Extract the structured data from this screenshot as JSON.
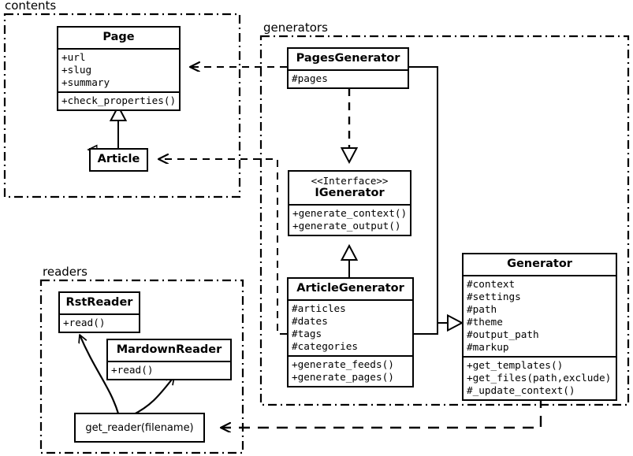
{
  "diagram": {
    "type": "uml-class-diagram",
    "packages": [
      {
        "id": "contents",
        "label": "contents"
      },
      {
        "id": "generators",
        "label": "generators"
      },
      {
        "id": "readers",
        "label": "readers"
      }
    ],
    "classes": [
      {
        "id": "page",
        "package": "contents",
        "name": "Page",
        "stereotype": "",
        "attributes": [
          "+url",
          "+slug",
          "+summary"
        ],
        "operations": [
          "+check_properties()"
        ]
      },
      {
        "id": "article",
        "package": "contents",
        "name": "Article",
        "stereotype": "",
        "attributes": [],
        "operations": []
      },
      {
        "id": "pagesgenerator",
        "package": "generators",
        "name": "PagesGenerator",
        "stereotype": "",
        "attributes": [
          "#pages"
        ],
        "operations": []
      },
      {
        "id": "igenerator",
        "package": "generators",
        "name": "IGenerator",
        "stereotype": "<<Interface>>",
        "attributes": [],
        "operations": [
          "+generate_context()",
          "+generate_output()"
        ]
      },
      {
        "id": "articlegenerator",
        "package": "generators",
        "name": "ArticleGenerator",
        "stereotype": "",
        "attributes": [
          "#articles",
          "#dates",
          "#tags",
          "#categories"
        ],
        "operations": [
          "+generate_feeds()",
          "+generate_pages()"
        ]
      },
      {
        "id": "generator",
        "package": "generators",
        "name": "Generator",
        "stereotype": "",
        "attributes": [
          "#context",
          "#settings",
          "#path",
          "#theme",
          "#output_path",
          "#markup"
        ],
        "operations": [
          "+get_templates()",
          "+get_files(path,exclude)",
          "#_update_context()"
        ]
      },
      {
        "id": "rstreader",
        "package": "readers",
        "name": "RstReader",
        "stereotype": "",
        "attributes": [],
        "operations": [
          "+read()"
        ]
      },
      {
        "id": "mardownreader",
        "package": "readers",
        "name": "MardownReader",
        "stereotype": "",
        "attributes": [],
        "operations": [
          "+read()"
        ]
      }
    ],
    "functions": [
      {
        "id": "get_reader",
        "package": "readers",
        "label": "get_reader(filename)"
      }
    ],
    "relations": [
      {
        "from": "pagesgenerator",
        "to": "page",
        "kind": "dependency"
      },
      {
        "from": "articlegenerator",
        "to": "article",
        "kind": "dependency"
      },
      {
        "from": "article",
        "to": "page",
        "kind": "generalization"
      },
      {
        "from": "pagesgenerator",
        "to": "igenerator",
        "kind": "realization"
      },
      {
        "from": "articlegenerator",
        "to": "igenerator",
        "kind": "generalization"
      },
      {
        "from": "pagesgenerator",
        "to": "generator",
        "kind": "generalization"
      },
      {
        "from": "articlegenerator",
        "to": "generator",
        "kind": "generalization"
      },
      {
        "from": "generator",
        "to": "get_reader",
        "kind": "dependency"
      },
      {
        "from": "get_reader",
        "to": "rstreader",
        "kind": "returns"
      },
      {
        "from": "get_reader",
        "to": "mardownreader",
        "kind": "returns"
      }
    ],
    "colors": {
      "stroke": "#000000",
      "fill": "#ffffff"
    }
  }
}
